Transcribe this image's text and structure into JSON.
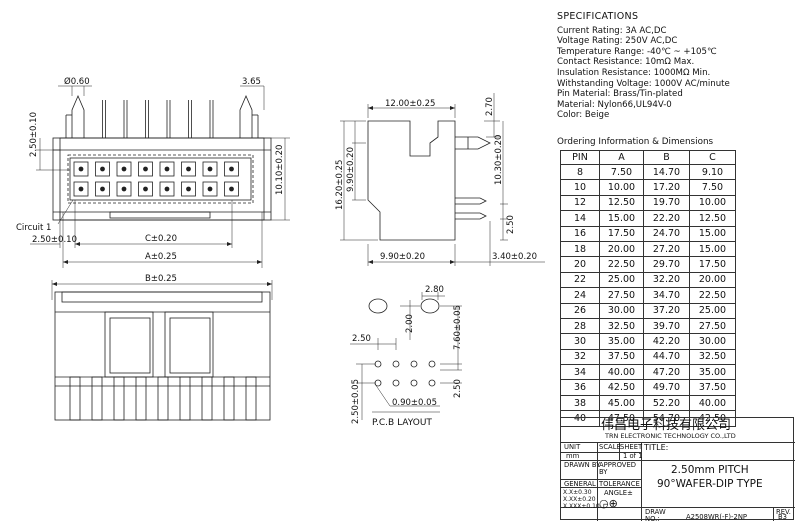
{
  "specifications": {
    "title": "SPECIFICATIONS",
    "lines": [
      "Current Rating: 3A AC,DC",
      "Voltage Rating: 250V AC,DC",
      "Temperature Range: -40℃ ~ +105℃",
      "Contact Resistance: 10mΩ Max.",
      "Insulation Resistance: 1000MΩ Min.",
      "Withstanding Voltage: 1000V AC/minute",
      "Pin Material: Brass/Tin-plated",
      "Material: Nylon66,UL94V-0",
      "Color: Beige"
    ]
  },
  "ordering": {
    "title": "Ordering Information & Dimensions",
    "headers": [
      "PIN",
      "A",
      "B",
      "C"
    ],
    "rows": [
      [
        "8",
        "7.50",
        "14.70",
        "9.10"
      ],
      [
        "10",
        "10.00",
        "17.20",
        "7.50"
      ],
      [
        "12",
        "12.50",
        "19.70",
        "10.00"
      ],
      [
        "14",
        "15.00",
        "22.20",
        "12.50"
      ],
      [
        "16",
        "17.50",
        "24.70",
        "15.00"
      ],
      [
        "18",
        "20.00",
        "27.20",
        "15.00"
      ],
      [
        "20",
        "22.50",
        "29.70",
        "17.50"
      ],
      [
        "22",
        "25.00",
        "32.20",
        "20.00"
      ],
      [
        "24",
        "27.50",
        "34.70",
        "22.50"
      ],
      [
        "26",
        "30.00",
        "37.20",
        "25.00"
      ],
      [
        "28",
        "32.50",
        "39.70",
        "27.50"
      ],
      [
        "30",
        "35.00",
        "42.20",
        "30.00"
      ],
      [
        "32",
        "37.50",
        "44.70",
        "32.50"
      ],
      [
        "34",
        "40.00",
        "47.20",
        "35.00"
      ],
      [
        "36",
        "42.50",
        "49.70",
        "37.50"
      ],
      [
        "38",
        "45.00",
        "52.20",
        "40.00"
      ],
      [
        "40",
        "47.50",
        "54.70",
        "42.50"
      ]
    ]
  },
  "title_block": {
    "company_cn": "伟昌电子科技有限公司",
    "company_en": "TRN ELECTRONIC TECHNOLOGY CO.,LTD",
    "unit_label": "UNIT",
    "unit_value": "mm",
    "scale_label": "SCALE",
    "sheet_label": "SHEET",
    "sheet_value": "1 of 1",
    "title_label": "TITLE:",
    "title_line1": "2.50mm PITCH",
    "title_line2": "90°WAFER-DIP TYPE",
    "drawn_by": "DRAWN BY",
    "approved_by": "APPROVED BY",
    "general": "GENERAL",
    "tolerance": "TOLERANCE",
    "tol1": "X.X±0.30",
    "tol2": "X.XX±0.20",
    "tol3": "X.XXX±0.10",
    "angle": "ANGLE±",
    "draw_no_label": "DRAW NO.:",
    "draw_no": "A2508WR(-F)-2NP",
    "rev_label": "REV.",
    "rev_value": "B3"
  },
  "drawing": {
    "dim_phi060": "Ø0.60",
    "dim_365": "3.65",
    "dim_250_010": "2.50±0.10",
    "dim_1010_020": "10.10±0.20",
    "circuit1": "Circuit 1",
    "dim_250_010_b": "2.50±0.10",
    "dim_c": "C±0.20",
    "dim_a": "A±0.25",
    "dim_b": "B±0.25",
    "dim_1200_025": "12.00±0.25",
    "dim_270": "2.70",
    "dim_990_020_v": "9.90±0.20",
    "dim_1030_020": "10.30±0.20",
    "dim_1620_025": "16.20±0.25",
    "dim_250_side": "2.50",
    "dim_990_020_h": "9.90±0.20",
    "dim_340_020": "3.40±0.20",
    "dim_280": "2.80",
    "dim_200": "2.00",
    "dim_760_005": "7.60±0.05",
    "dim_250_pcb": "2.50",
    "dim_250_pcb_v": "2.50",
    "dim_250_005": "2.50±0.05",
    "dim_090_005": "0.90±0.05",
    "pcb_layout": "P.C.B LAYOUT"
  }
}
